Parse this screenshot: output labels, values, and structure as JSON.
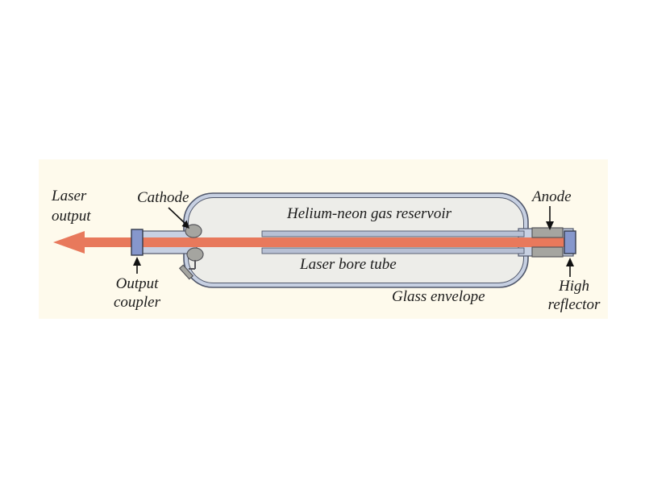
{
  "figure": {
    "type": "diagram",
    "subject": "Helium-neon laser construction",
    "labels": {
      "laser_output_line1": "Laser",
      "laser_output_line2": "output",
      "cathode": "Cathode",
      "gas_reservoir": "Helium-neon gas reservoir",
      "anode": "Anode",
      "laser_bore_tube": "Laser bore tube",
      "output_coupler_line1": "Output",
      "output_coupler_line2": "coupler",
      "glass_envelope": "Glass envelope",
      "high_reflector_line1": "High",
      "high_reflector_line2": "reflector"
    },
    "colors": {
      "panel_bg": "#FEFAEC",
      "beam": "#E8795C",
      "glass_wall": "#C7D0E2",
      "glass_interior": "#EDEDE9",
      "electrode_gray": "#A5A5A0",
      "mirror_blue": "#8697CC",
      "outline": "#50576B",
      "text": "#1B1B1B"
    }
  }
}
